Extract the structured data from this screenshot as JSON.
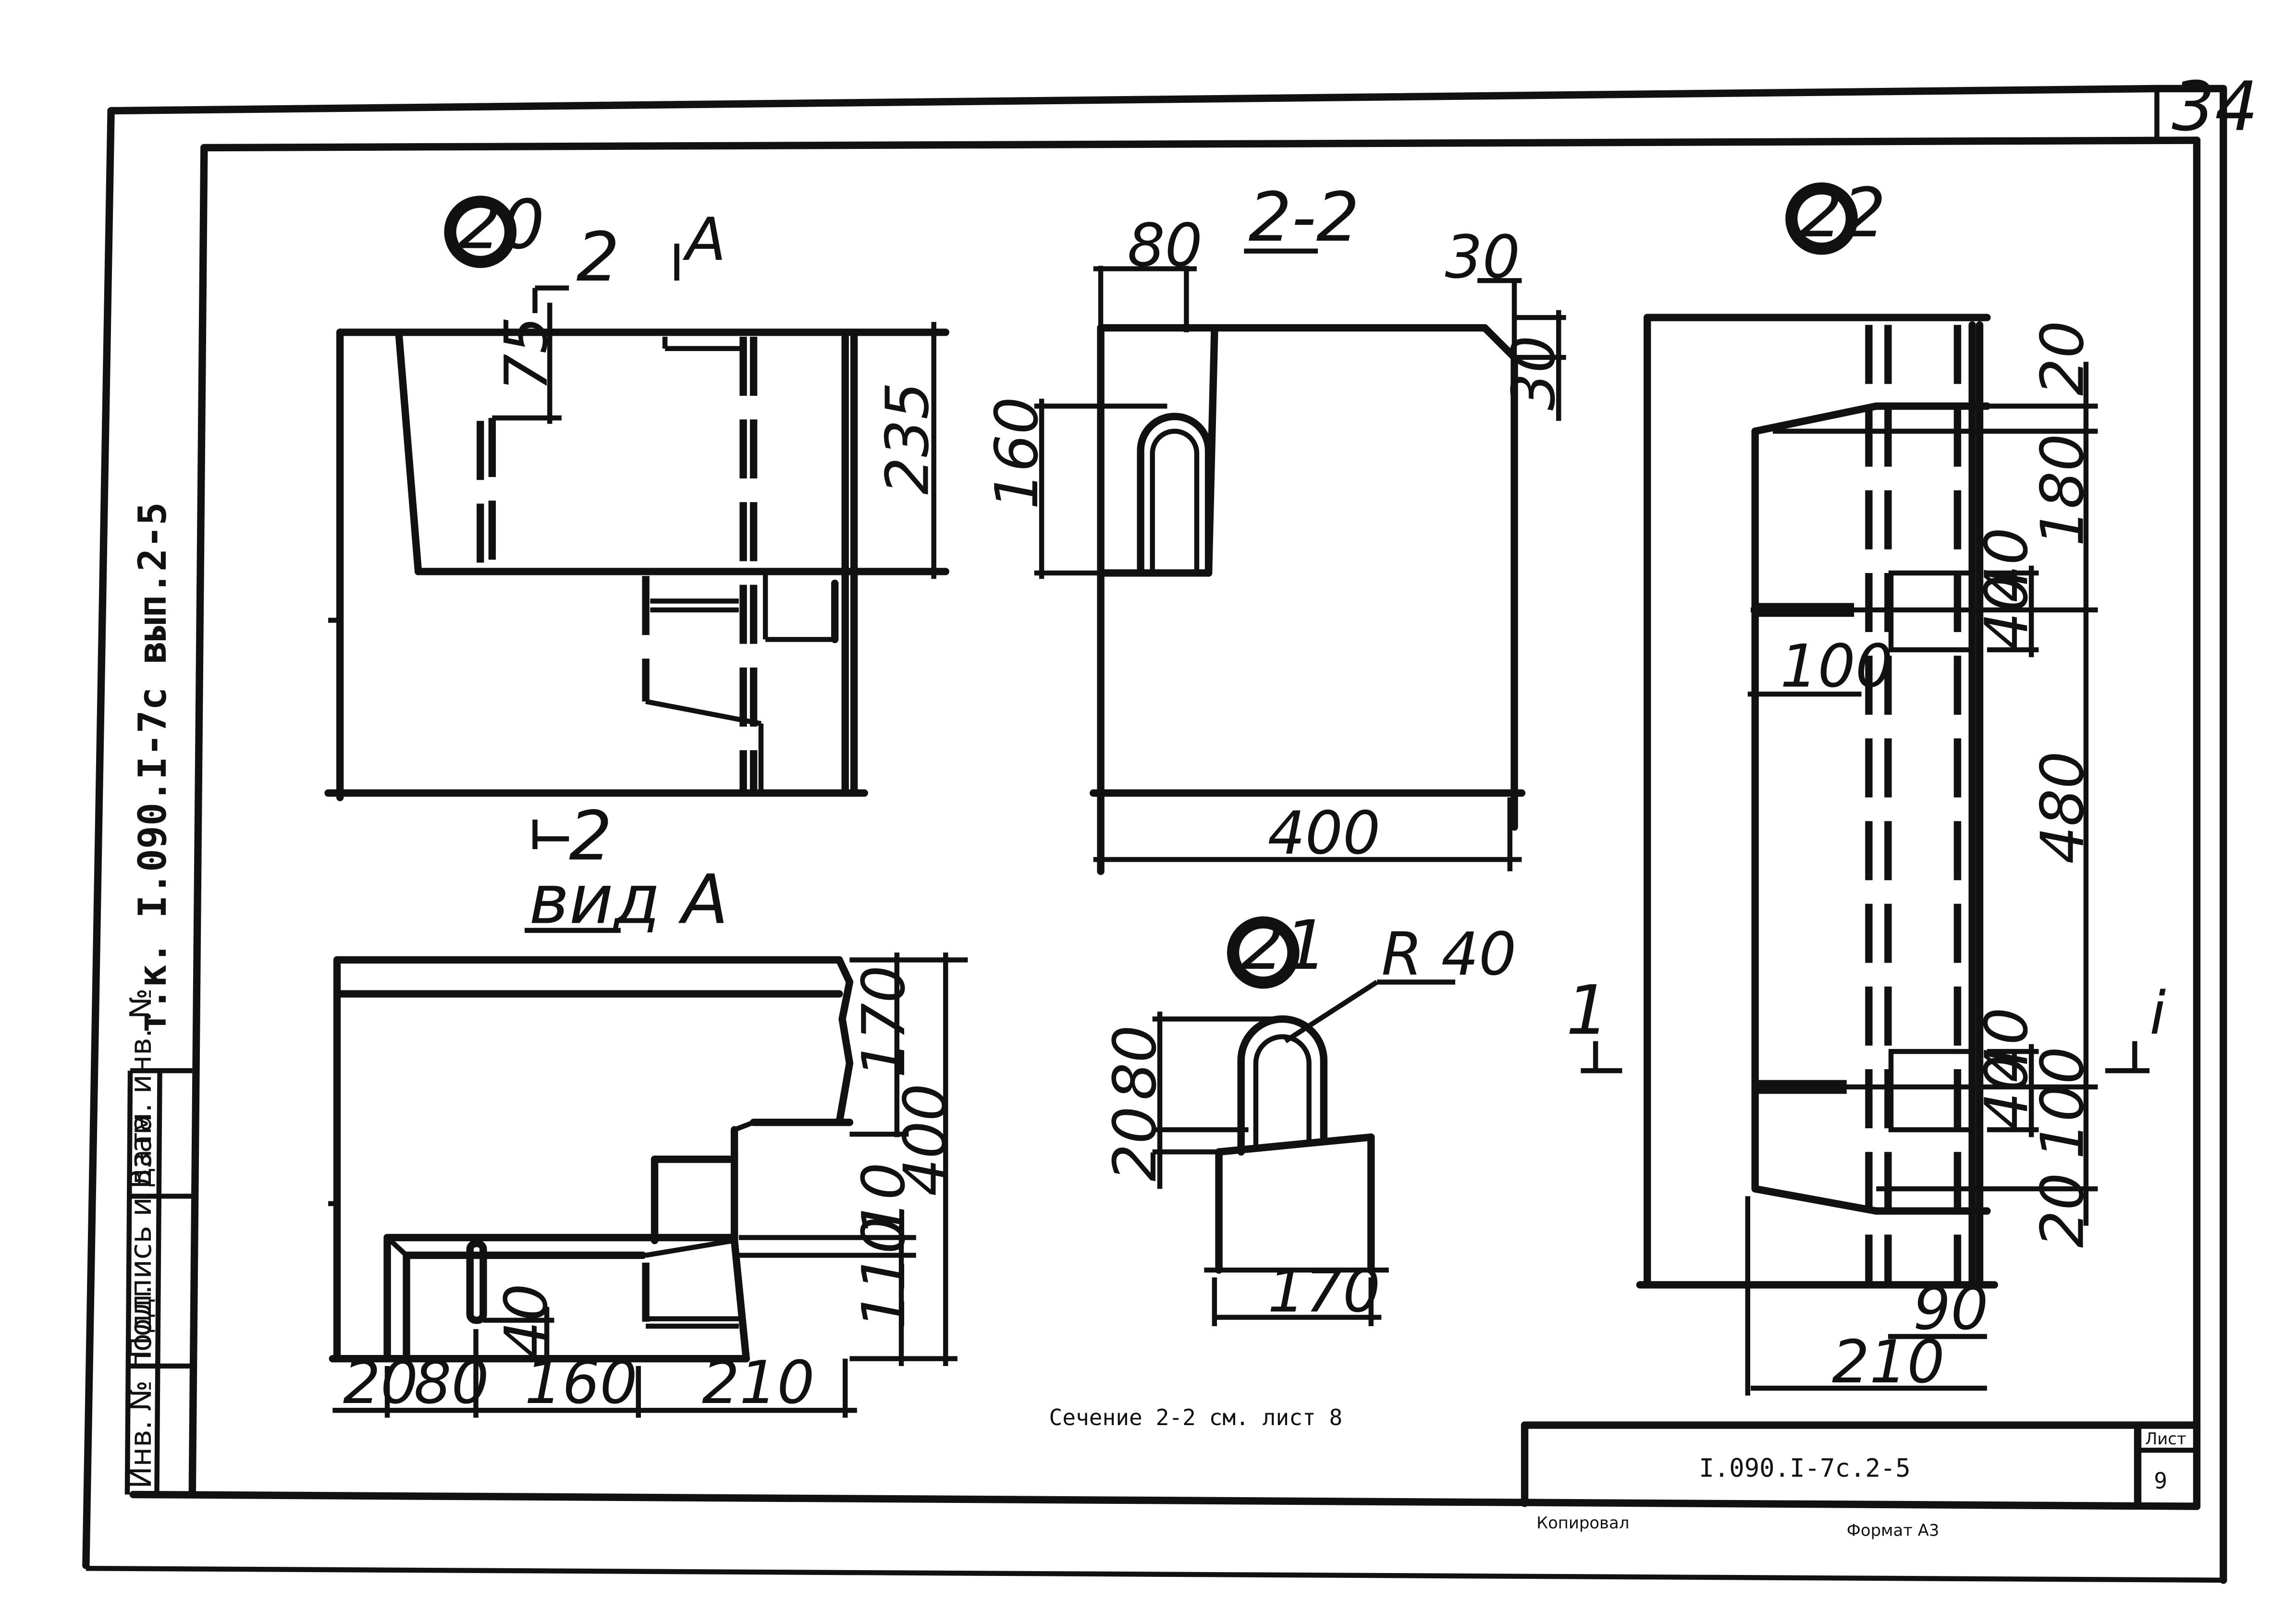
{
  "page_corner_number": "34",
  "side_label": "т.к. I.090.I-7с вып.2-5",
  "stamp_cells": [
    "Инв. № подл.",
    "Подпись и дата",
    "Взам. инв. №"
  ],
  "views": {
    "node20": {
      "marker": "20",
      "section_mark": "2",
      "view_mark": "А",
      "dims": {
        "d75": "75",
        "d235": "235"
      }
    },
    "section22": {
      "title": "2-2",
      "dims": {
        "d80": "80",
        "d30a": "30",
        "d30b": "30",
        "d160": "160",
        "d400": "400"
      }
    },
    "viewA": {
      "title": "вид А",
      "dims": {
        "d170": "170",
        "d400": "400",
        "d10": "10",
        "d110": "110",
        "d40": "40",
        "d20": "20",
        "d80": "80",
        "d160": "160",
        "d210": "210"
      }
    },
    "node21": {
      "marker": "21",
      "dims": {
        "r40": "R 40",
        "d80": "80",
        "d20": "20",
        "d170": "170"
      }
    },
    "node22": {
      "marker": "22",
      "section_mark": "1",
      "section_mark_right": "i",
      "dims": {
        "d20a": "20",
        "d180": "180",
        "d40a": "40",
        "d40b": "40",
        "d100a": "100",
        "d480": "480",
        "d40c": "40",
        "d40d": "40",
        "d100b": "100",
        "d20b": "20",
        "d90": "90",
        "d210": "210"
      }
    }
  },
  "note": "Сечение 2-2 см. лист 8",
  "title_block": {
    "doc_code": "I.090.I-7с.2-5",
    "sheet_label": "Лист",
    "sheet_number": "9"
  },
  "footer": {
    "copied": "Копировал",
    "format": "Формат А3"
  }
}
